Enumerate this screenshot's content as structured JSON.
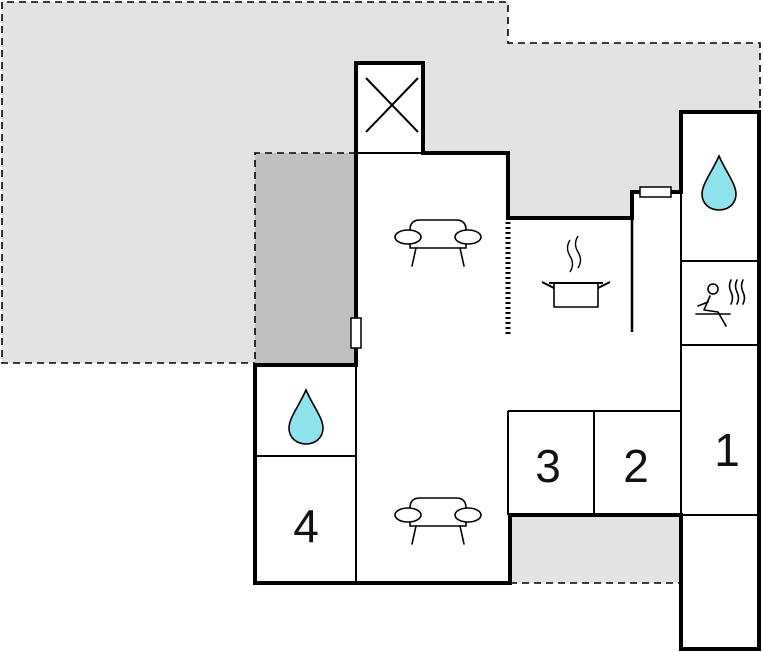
{
  "rooms": {
    "room_1": {
      "label": "1"
    },
    "room_2": {
      "label": "2"
    },
    "room_3": {
      "label": "3"
    },
    "room_4": {
      "label": "4"
    }
  },
  "colors": {
    "terrace": "#e3e3e3",
    "covered_terrace": "#c0c0c0",
    "water_drop": "#8fe3ec",
    "wall": "#000000"
  },
  "icons": {
    "bathroom": "water-drop-icon",
    "sauna": "sauna-icon",
    "living": "sofa-icon",
    "kitchen": "cooking-pot-icon",
    "closet": "cross-box-icon"
  }
}
